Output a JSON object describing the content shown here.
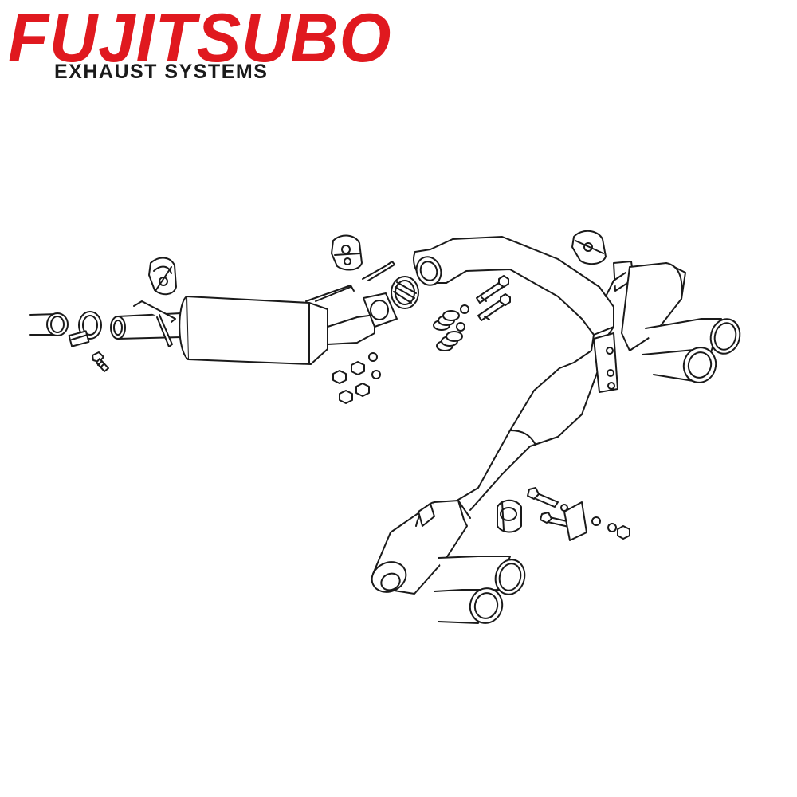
{
  "brand": {
    "name": "FUJITSUBO",
    "tagline": "EXHAUST SYSTEMS",
    "brand_color": "#e0191f",
    "tagline_color": "#1a1a1a"
  },
  "diagram": {
    "stroke_color": "#1a1a1a",
    "fill_color": "#ffffff",
    "parts": [
      "front-pipe-stub",
      "band-clamp",
      "clamp-bolt",
      "front-rubber-hanger",
      "center-muffler",
      "inlet-pipe",
      "flange-gasket",
      "middle-rubber-hanger",
      "flange-nuts",
      "y-pipe",
      "flange-springs",
      "spring-bolts",
      "right-tail-muffler",
      "right-tail-tips",
      "right-rubber-hanger",
      "left-tail-muffler",
      "left-tail-tips",
      "left-rubber-hanger",
      "hanger-bracket",
      "hanger-bolts"
    ]
  }
}
